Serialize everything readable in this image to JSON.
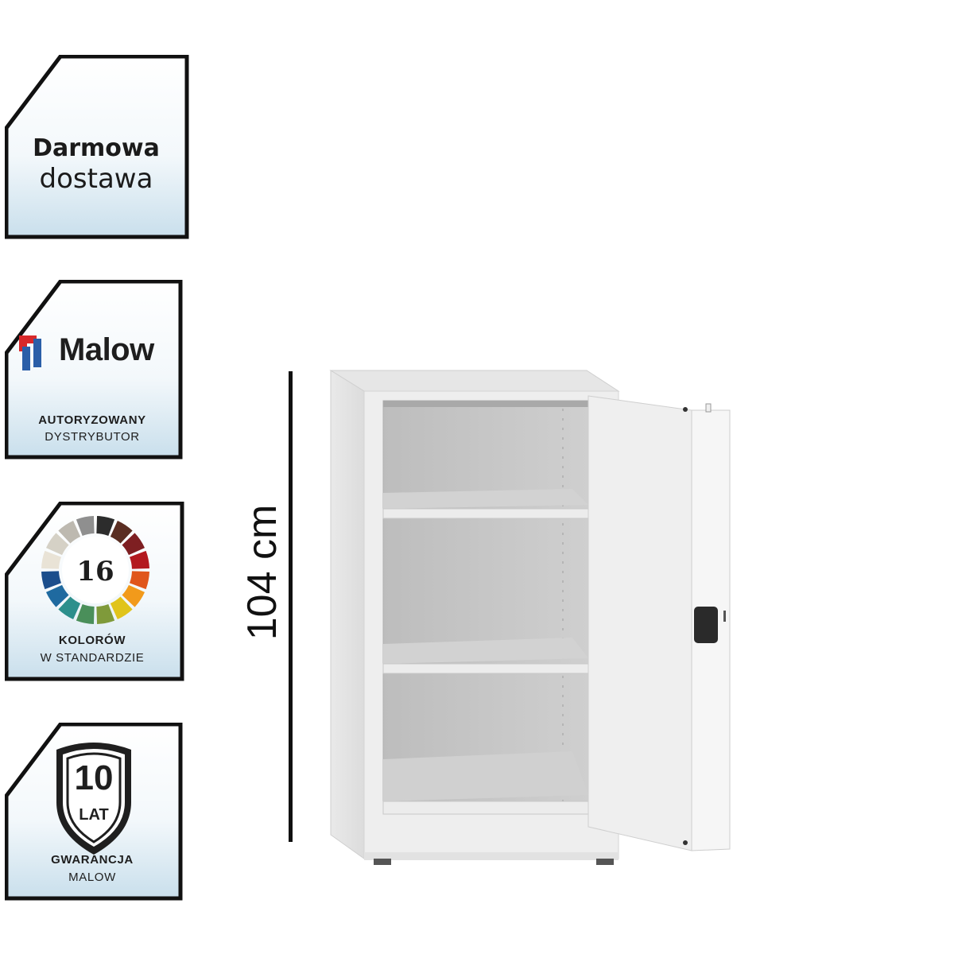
{
  "badges": {
    "delivery": {
      "line1": "Darmowa",
      "line2": "dostawa"
    },
    "distributor": {
      "brand": "Malow",
      "line1": "AUTORYZOWANY",
      "line2": "DYSTRYBUTOR"
    },
    "colors": {
      "count": "16",
      "line1": "KOLORÓW",
      "line2": "W STANDARDZIE"
    },
    "warranty": {
      "years": "10",
      "unit": "LAT",
      "line1": "GWARANCJA",
      "line2": "MALOW"
    }
  },
  "dimension": {
    "height_label": "104 cm"
  },
  "colors": {
    "brand_blue": "#2a5ea8",
    "brand_red": "#d8282a",
    "cabinet_body": "#e4e4e4",
    "badge_border": "#111111",
    "badge_fill_bottom": "#cfe3ee"
  },
  "palette": [
    "#2c2c2c",
    "#5a2e22",
    "#7e1f22",
    "#b3191f",
    "#e0561b",
    "#f29a1b",
    "#e0c41b",
    "#7f9a3a",
    "#4a8f5a",
    "#2c8f8c",
    "#1f6aa0",
    "#1b4e8c",
    "#e9e3d6",
    "#d5d1c6",
    "#bdb9b0",
    "#8f8f8f"
  ]
}
